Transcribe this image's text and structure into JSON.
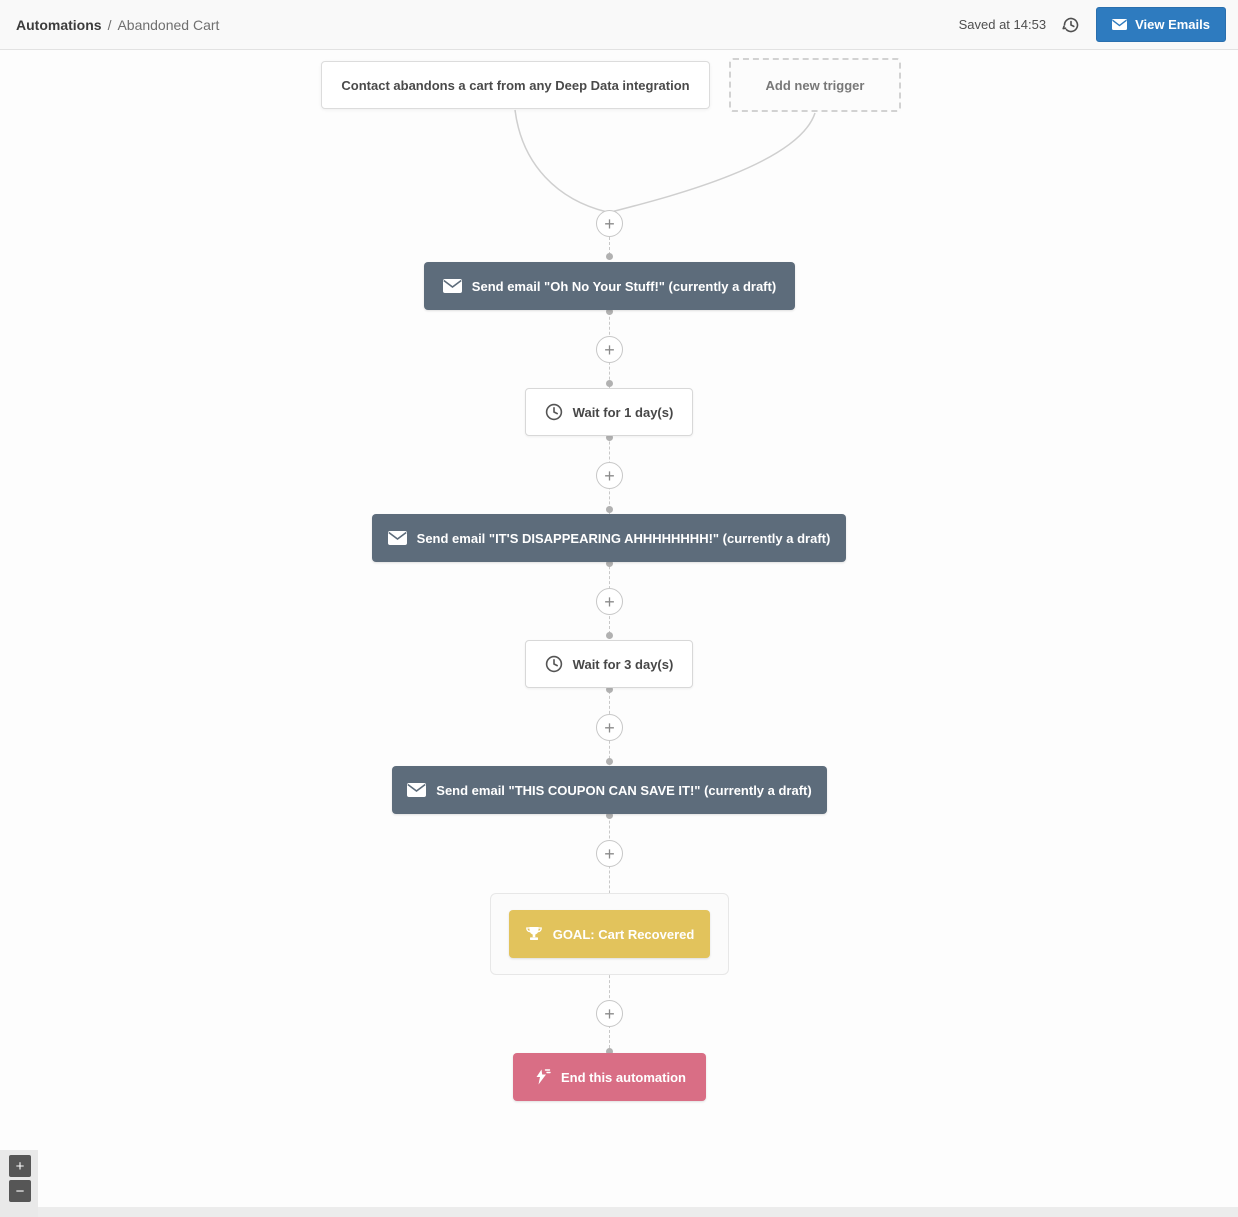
{
  "header": {
    "breadcrumb": {
      "section": "Automations",
      "separator": "/",
      "page": "Abandoned Cart"
    },
    "saved_status": "Saved at 14:53",
    "view_emails_button": "View Emails"
  },
  "canvas": {
    "trigger_label": "Contact abandons a cart from any Deep Data integration",
    "add_trigger_label": "Add new trigger",
    "add_action_symbol": "+",
    "nodes": [
      {
        "type": "email",
        "label": "Send email \"Oh No Your Stuff!\" (currently a draft)"
      },
      {
        "type": "wait",
        "label": "Wait for 1 day(s)"
      },
      {
        "type": "email",
        "label": "Send email \"IT'S DISAPPEARING AHHHHHHHH!\" (currently a draft)"
      },
      {
        "type": "wait",
        "label": "Wait for 3 day(s)"
      },
      {
        "type": "email",
        "label": "Send email \"THIS COUPON CAN SAVE IT!\" (currently a draft)"
      },
      {
        "type": "goal",
        "label": "GOAL: Cart Recovered"
      },
      {
        "type": "end",
        "label": "End this automation"
      }
    ],
    "zoom_controls": {
      "zoom_in": "+",
      "zoom_out": "−"
    }
  },
  "colors": {
    "email_node": "#5d6c7b",
    "goal_node": "#e2c35c",
    "end_node": "#d96e85",
    "accent_blue": "#2e7bbf"
  }
}
